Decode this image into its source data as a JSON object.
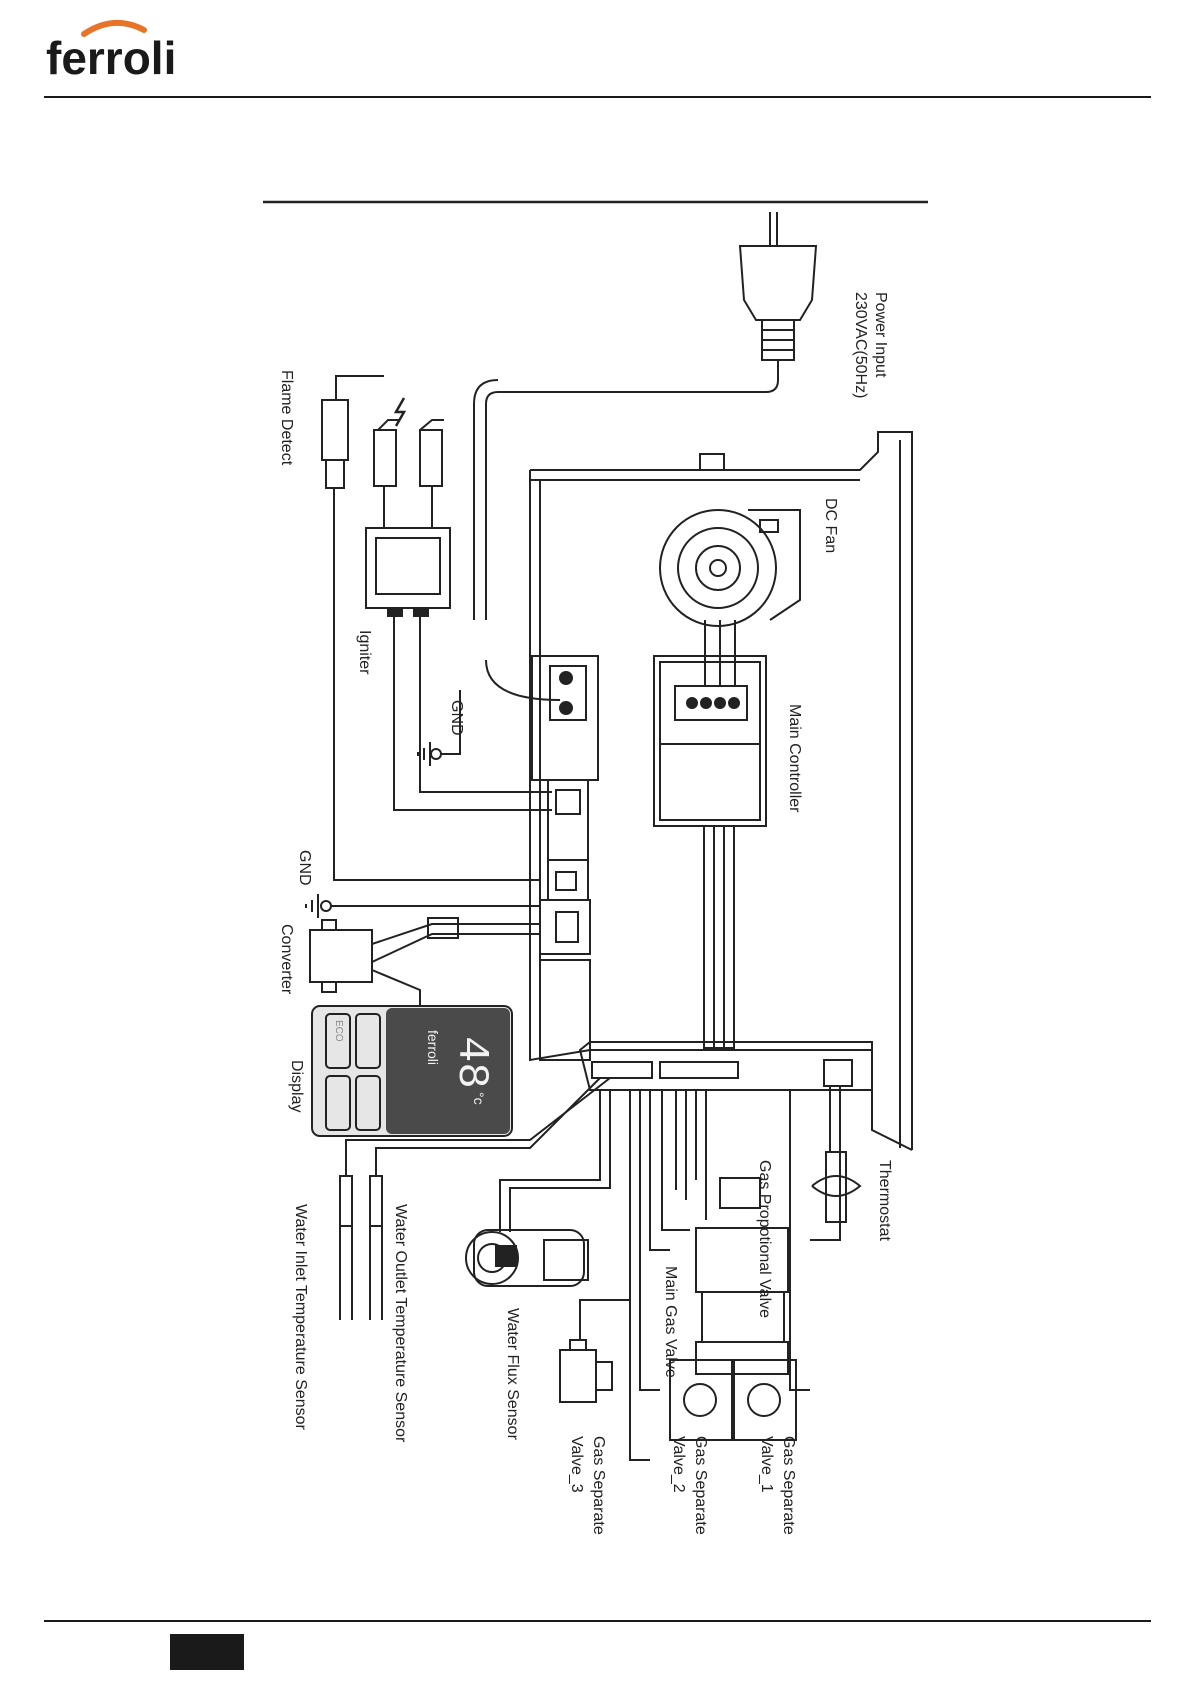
{
  "brand": {
    "logo_text": "ferroli"
  },
  "labels": {
    "power_input": "Power Input",
    "power_spec": "230VAC(50Hz)",
    "flame_detect": "Flame Detect",
    "dc_fan": "DC Fan",
    "igniter": "Igniter",
    "gnd_1": "GND",
    "main_controller": "Main Controller",
    "gnd_2": "GND",
    "converter": "Converter",
    "display": "Display",
    "thermostat": "Thermostat",
    "gas_prop_valve": "Gas Propotional Valve",
    "main_gas_valve": "Main Gas Valve",
    "water_outlet": "Water Outlet Temperature Sensor",
    "water_inlet": "Water Inlet Temperature Sensor",
    "water_flux": "Water Flux Sensor",
    "gsv1_a": "Gas Separate",
    "gsv1_b": "Valve_1",
    "gsv2_a": "Gas Separate",
    "gsv2_b": "Valve_2",
    "gsv3_a": "Gas Separate",
    "gsv3_b": "Valve_3"
  },
  "display_panel": {
    "temperature": "48",
    "unit": "°c",
    "eco_label": "ECO",
    "logo_text": "ferroli"
  }
}
